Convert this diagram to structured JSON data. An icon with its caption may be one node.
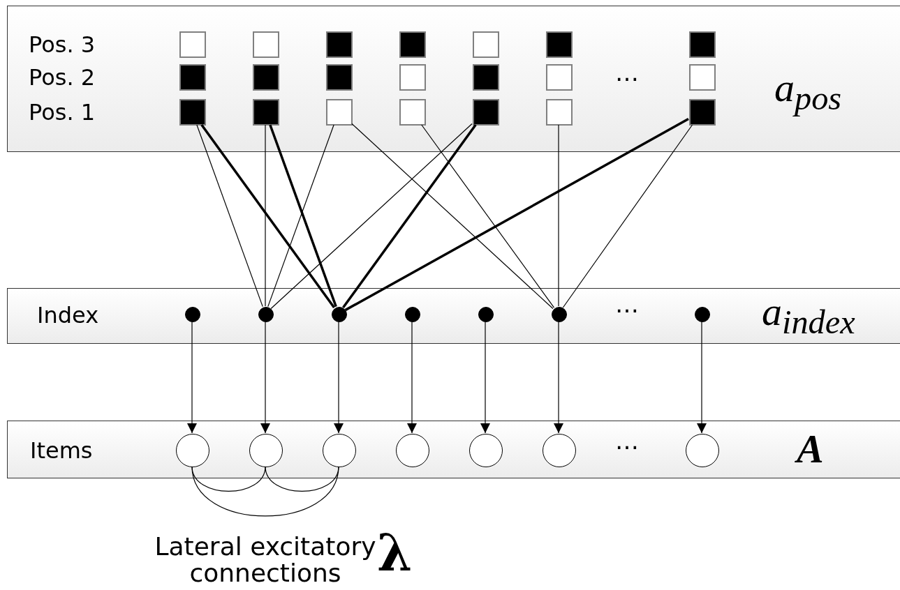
{
  "diagram": {
    "nodes": [
      {
        "text": [
          "Pos. 3",
          "Pos. 2",
          "Pos. 1",
          "…",
          "a$_{pos}$"
        ]
      },
      {
        "text": [],
        "shape": "box",
        "in": 0
      },
      {
        "text": [],
        "shape": "box",
        "in": 0
      },
      {
        "text": [],
        "shape": "box",
        "in": 0
      },
      {
        "text": [],
        "shape": "box",
        "in": 0
      },
      {
        "text": [],
        "shape": "box",
        "in": 0
      },
      {
        "text": [],
        "shape": "box",
        "in": 0
      },
      {
        "text": [],
        "shape": "box",
        "in": 0
      },
      {
        "text": [],
        "shape": "box",
        "in": 0
      },
      {
        "text": [],
        "shape": "box",
        "in": 0
      },
      {
        "text": [],
        "shape": "box",
        "in": 0
      },
      {
        "text": [],
        "shape": "box",
        "in": 0
      },
      {
        "text": [],
        "shape": "box",
        "in": 0
      },
      {
        "text": [],
        "shape": "box",
        "in": 0
      },
      {
        "text": [],
        "shape": "box",
        "in": 0
      },
      {
        "text": [],
        "shape": "box",
        "in": 0
      },
      {
        "text": [],
        "shape": "box",
        "in": 0
      },
      {
        "text": [],
        "shape": "box",
        "in": 0
      },
      {
        "text": [],
        "shape": "box",
        "in": 0
      },
      {
        "text": [],
        "shape": "box",
        "in": 0
      },
      {
        "text": [],
        "shape": "box",
        "in": 0
      },
      {
        "text": [],
        "shape": "box",
        "in": 0
      },
      {
        "text": [
          "Index",
          "…",
          "a$_{index}$"
        ]
      },
      {
        "text": [],
        "shape": "circle",
        "in": 22
      },
      {
        "text": [],
        "shape": "circle",
        "in": 22
      },
      {
        "text": [],
        "shape": "circle",
        "in": 22
      },
      {
        "text": [],
        "shape": "circle",
        "in": 22
      },
      {
        "text": [],
        "shape": "circle",
        "in": 22
      },
      {
        "text": [],
        "shape": "circle",
        "in": 22
      },
      {
        "text": [],
        "shape": "circle",
        "in": 22
      },
      {
        "text": [
          "Items",
          "…",
          "A"
        ]
      },
      {
        "text": [],
        "shape": "circle",
        "in": 30
      },
      {
        "text": [],
        "shape": "circle",
        "in": 30
      },
      {
        "text": [],
        "shape": "circle",
        "in": 30
      },
      {
        "text": [],
        "shape": "circle",
        "in": 30
      },
      {
        "text": [],
        "shape": "circle",
        "in": 30
      },
      {
        "text": [],
        "shape": "circle",
        "in": 30
      },
      {
        "text": [],
        "shape": "circle",
        "in": 30
      }
    ],
    "edges": [
      {
        "from": 15,
        "to": 24,
        "arrow": "none"
      },
      {
        "from": 15,
        "to": 25,
        "arrow": "none",
        "style": "thick"
      },
      {
        "from": 16,
        "to": 24,
        "arrow": "none"
      },
      {
        "from": 16,
        "to": 25,
        "arrow": "none",
        "style": "thick"
      },
      {
        "from": 17,
        "to": 24,
        "arrow": "none"
      },
      {
        "from": 17,
        "to": 28,
        "arrow": "none"
      },
      {
        "from": 18,
        "to": 28,
        "arrow": "none"
      },
      {
        "from": 19,
        "to": 24,
        "arrow": "none"
      },
      {
        "from": 19,
        "to": 25,
        "arrow": "none",
        "style": "thick"
      },
      {
        "from": 20,
        "to": 28,
        "arrow": "none"
      },
      {
        "from": 21,
        "to": 25,
        "arrow": "none",
        "style": "thick"
      },
      {
        "from": 21,
        "to": 28,
        "arrow": "none"
      },
      {
        "from": 23,
        "to": 31,
        "arrow": "to"
      },
      {
        "from": 24,
        "to": 32,
        "arrow": "to"
      },
      {
        "from": 25,
        "to": 33,
        "arrow": "to"
      },
      {
        "from": 26,
        "to": 34,
        "arrow": "to"
      },
      {
        "from": 27,
        "to": 35,
        "arrow": "to"
      },
      {
        "from": 28,
        "to": 36,
        "arrow": "to"
      },
      {
        "from": 29,
        "to": 37,
        "arrow": "to"
      },
      {
        "from": 31,
        "to": 32,
        "arrow": "none"
      },
      {
        "from": 32,
        "to": 33,
        "arrow": "none"
      },
      {
        "from": 31,
        "to": 33,
        "arrow": "none"
      }
    ],
    "labels": [
      "Lateral excitatory connections",
      "λ"
    ]
  }
}
